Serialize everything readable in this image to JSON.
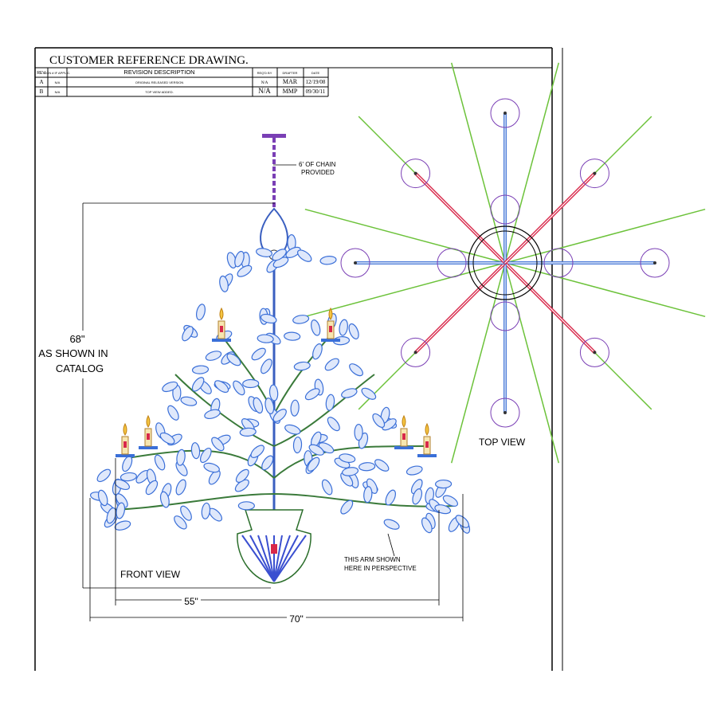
{
  "title": "CUSTOMER REFERENCE DRAWING.",
  "revision_table": {
    "headers": [
      "REV.",
      "ECN # IF APPLIC.",
      "REVISION DESCRIPTION",
      "REQ'D BY",
      "DRAFTER",
      "DATE"
    ],
    "rows": [
      [
        "A",
        "N/A",
        "ORIGINAL RELEASED VERSION",
        "N/A",
        "MAR",
        "12/19/08"
      ],
      [
        "B",
        "N/A",
        "TOP VIEW ADDED.",
        "N/A",
        "MMP",
        "09/30/11"
      ]
    ]
  },
  "annotations": {
    "chain": [
      "6' OF CHAIN",
      "PROVIDED"
    ],
    "height": [
      "68\"",
      "AS SHOWN IN",
      "CATALOG"
    ],
    "arm_note": [
      "THIS ARM SHOWN",
      "HERE IN PERSPECTIVE"
    ],
    "front_view": "FRONT VIEW",
    "top_view": "TOP VIEW",
    "width_inner": "55\"",
    "width_outer": "70\""
  },
  "colors": {
    "crystal": "#3a6fd8",
    "leaf": "#2e8b2e",
    "purple": "#7a3fb5",
    "red": "#d8284a",
    "green": "#6cc23a"
  }
}
